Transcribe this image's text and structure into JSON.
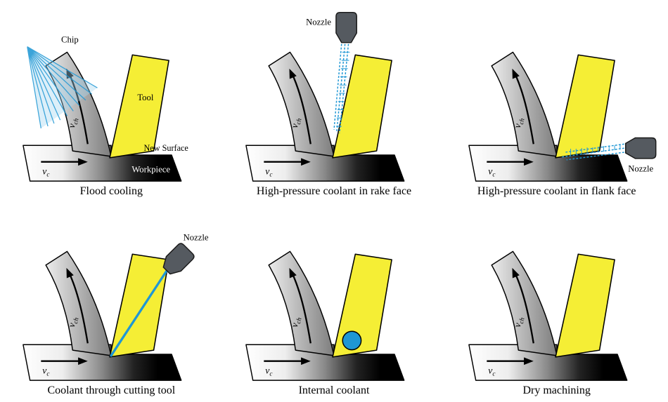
{
  "diagram": {
    "velocity": {
      "v": "v",
      "cut_sub": "c",
      "chip_sub": "ch"
    },
    "panels": [
      {
        "caption": "Flood cooling",
        "chip_label": "Chip",
        "tool_label": "Tool",
        "new_surface_label": "New Surface",
        "workpiece_label": "Workpiece"
      },
      {
        "caption": "High-pressure coolant in rake face",
        "nozzle_label": "Nozzle"
      },
      {
        "caption": "High-pressure coolant in flank face",
        "nozzle_label": "Nozzle"
      },
      {
        "caption": "Coolant through cutting tool",
        "nozzle_label": "Nozzle"
      },
      {
        "caption": "Internal coolant"
      },
      {
        "caption": "Dry machining"
      }
    ],
    "colors": {
      "tool": "#f5ee35",
      "coolant": "#1f97d4",
      "coolant_fan": "#a8d8f0",
      "nozzle": "#555a60",
      "outline": "#000000",
      "workpiece_gradient": [
        "#ffffff",
        "#000000"
      ],
      "chip_gradient": [
        "#ececec",
        "#7d7d7d"
      ]
    }
  }
}
